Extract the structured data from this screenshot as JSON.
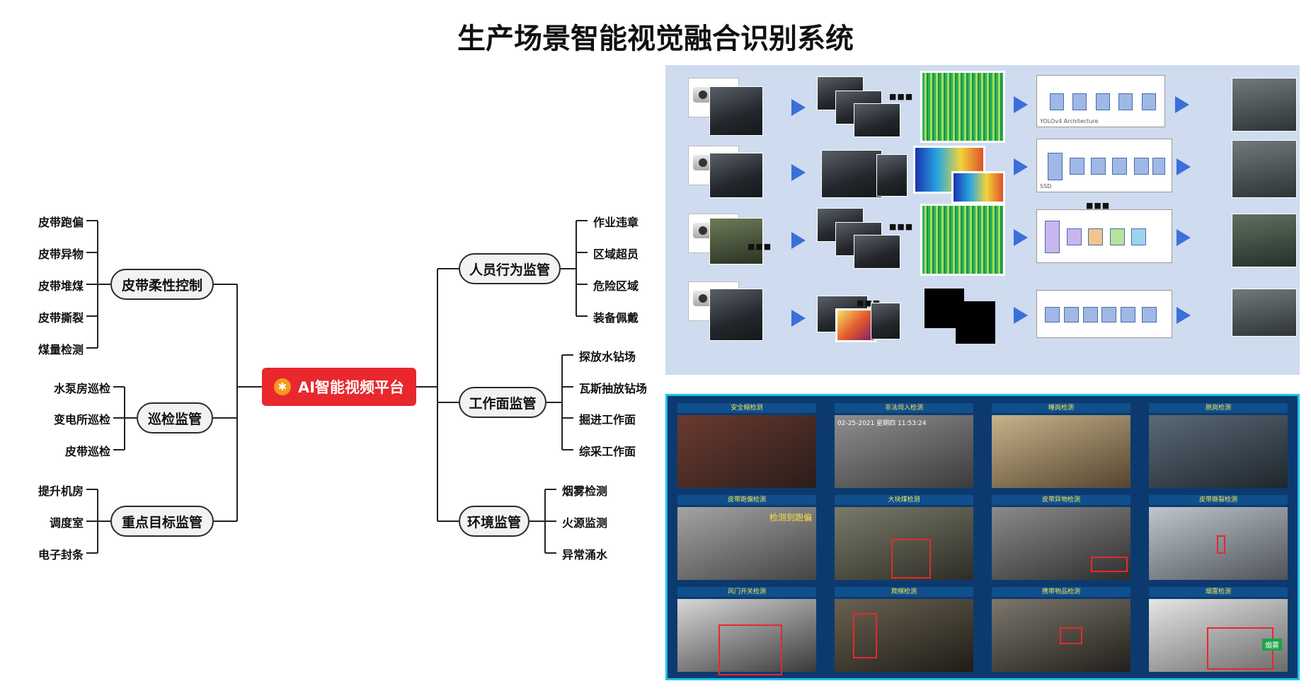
{
  "title": "生产场景智能视觉融合识别系统",
  "center": {
    "label": "AI智能视频平台",
    "icon": "gear-icon"
  },
  "left_branches": [
    {
      "label": "皮带柔性控制",
      "leaves": [
        "皮带跑偏",
        "皮带异物",
        "皮带堆煤",
        "皮带撕裂",
        "煤量检测"
      ]
    },
    {
      "label": "巡检监管",
      "leaves": [
        "水泵房巡检",
        "变电所巡检",
        "皮带巡检"
      ]
    },
    {
      "label": "重点目标监管",
      "leaves": [
        "提升机房",
        "调度室",
        "电子封条"
      ]
    }
  ],
  "right_branches": [
    {
      "label": "人员行为监管",
      "leaves": [
        "作业违章",
        "区域超员",
        "危险区域",
        "装备佩戴"
      ]
    },
    {
      "label": "工作面监管",
      "leaves": [
        "探放水钻场",
        "瓦斯抽放钻场",
        "掘进工作面",
        "综采工作面"
      ]
    },
    {
      "label": "环境监管",
      "leaves": [
        "烟雾检测",
        "火源监测",
        "异常涌水"
      ]
    }
  ],
  "pipeline": {
    "rows": 4,
    "ellipsis": "■■■",
    "row_network_labels": [
      "YOLOv4 Architecture",
      "SSD",
      "",
      ""
    ],
    "row2_network_title": "SSD"
  },
  "detection_grid": {
    "captions": [
      "安全帽检测",
      "非法闯入检测",
      "睡岗检测",
      "脱岗检测",
      "皮带跑偏检测",
      "大块煤检测",
      "皮带异物检测",
      "皮带撕裂检测",
      "风门开关检测",
      "爬梯检测",
      "携带物品检测",
      "烟雾检测"
    ],
    "timestamp": "02-25-2021 星期四 11:53:24",
    "overlay_text": "检测到跑偏",
    "badge_text": "烟雾"
  },
  "colors": {
    "center_fill": "#e8282d",
    "pipeline_bg": "#cfdbef",
    "grid_bg": "#0d3a6e",
    "grid_border": "#1dc1ee",
    "arrow": "#3b6fd9",
    "detection_box": "#e52a2a"
  }
}
